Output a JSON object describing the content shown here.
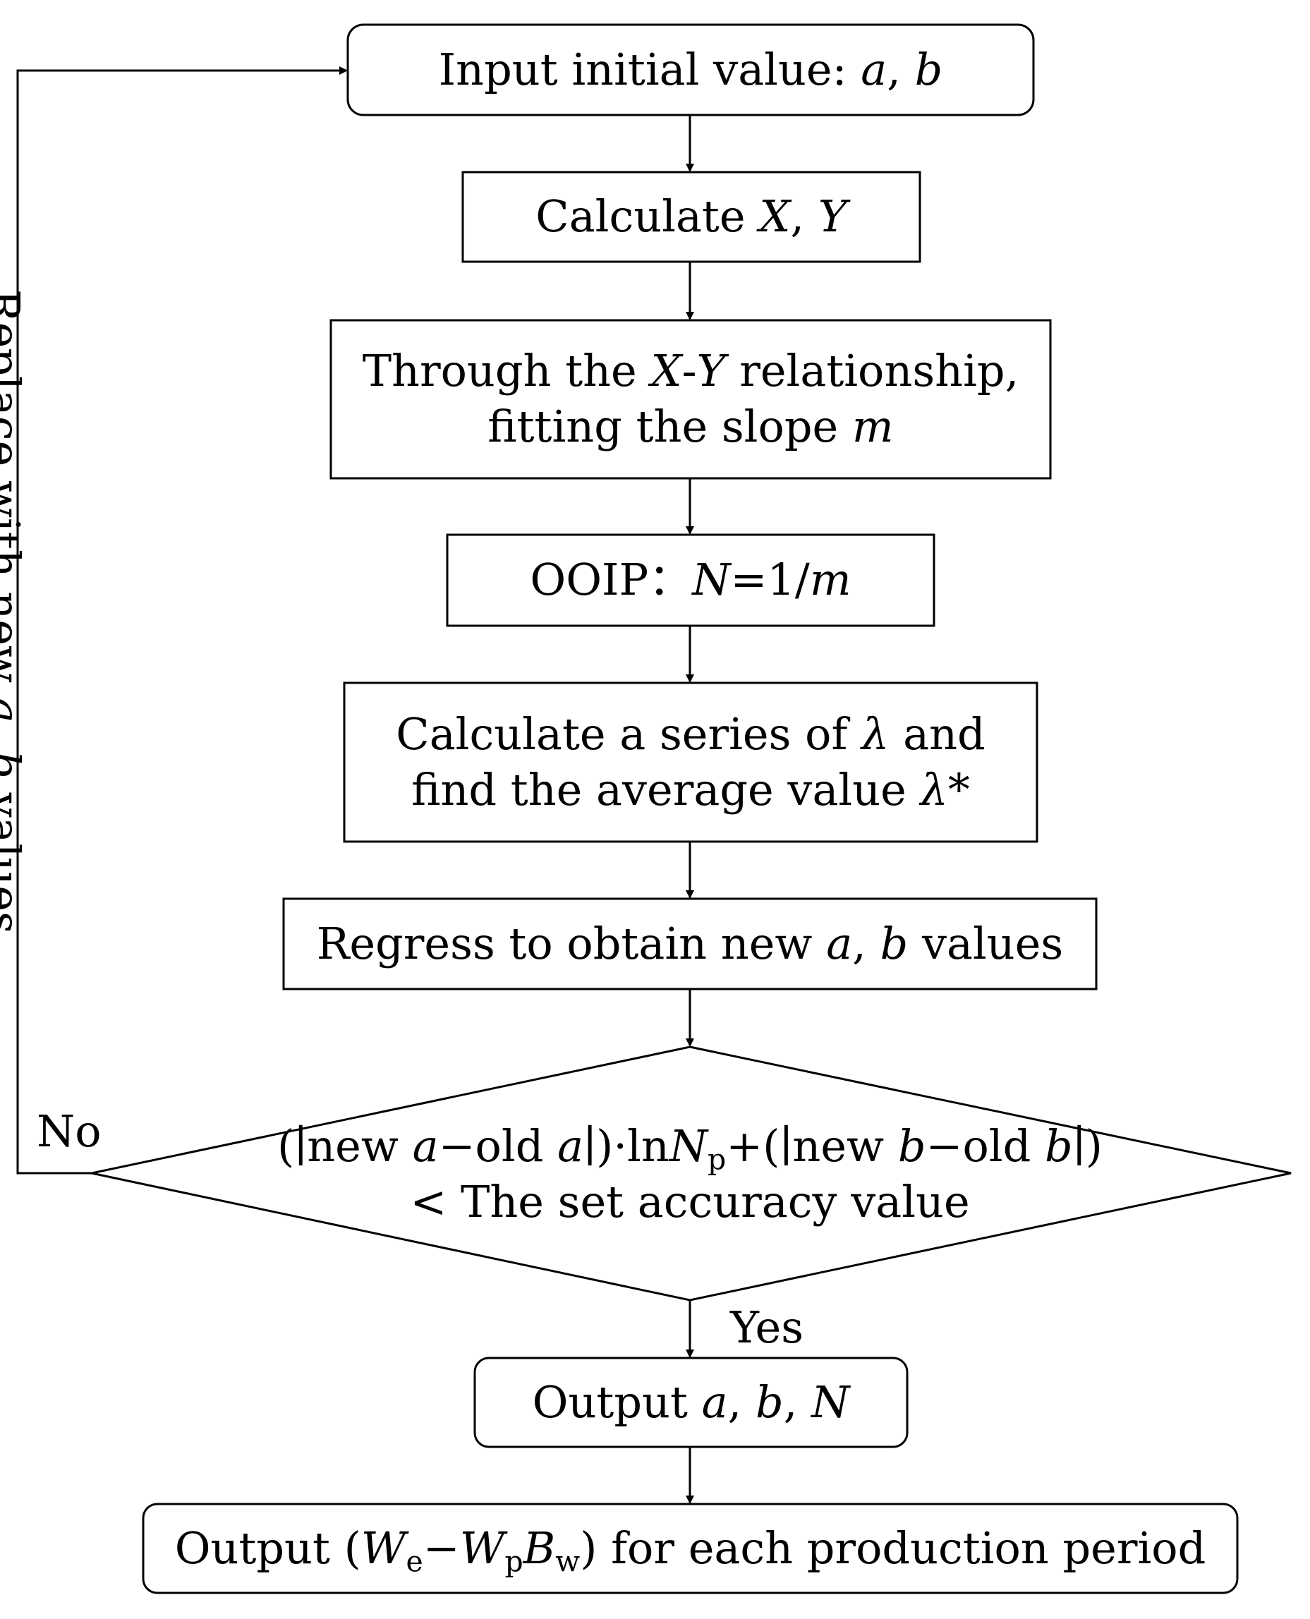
{
  "nodes": {
    "input": {
      "text": "Input initial value: ",
      "var1": "a",
      "sep": ", ",
      "var2": "b"
    },
    "calc_xy": {
      "text": "Calculate ",
      "var1": "X",
      "sep": ", ",
      "var2": "Y"
    },
    "fit": {
      "line1_pre": "Through the ",
      "var1": "X",
      "dash": "-",
      "var2": "Y",
      "line1_post": " relationship,",
      "line2_pre": "fitting the slope ",
      "var3": "m"
    },
    "ooip": {
      "text": "OOIP：",
      "var_n": "N",
      "eq": "=1/",
      "var_m": "m"
    },
    "lambda": {
      "line1_pre": "Calculate a series of ",
      "lam": "λ",
      "line1_post": " and",
      "line2_pre": "find the average value ",
      "lam2": "λ",
      "star": "*"
    },
    "regress": {
      "pre": "Regress to obtain new ",
      "var1": "a",
      "sep": ", ",
      "var2": "b",
      "post": " values"
    },
    "decision": {
      "p1": "(∣new ",
      "a1": "a",
      "p2": "−old ",
      "a2": "a",
      "p3": "∣)·ln",
      "n": "N",
      "sub_p": "p",
      "p4": "+(∣new ",
      "b1": "b",
      "p5": "−old ",
      "b2": "b",
      "p6": "∣)",
      "line2": "< The set accuracy value"
    },
    "output_abn": {
      "pre": "Output ",
      "var1": "a",
      "sep1": ", ",
      "var2": "b",
      "sep2": ", ",
      "var3": "N"
    },
    "output_w": {
      "pre": "Output (",
      "we": "W",
      "sub_e": "e",
      "minus": "−",
      "wp": "W",
      "sub_p": "p",
      "bw": "B",
      "sub_w": "w",
      "post": ") for each production period"
    }
  },
  "edge_labels": {
    "no": "No",
    "yes": "Yes",
    "loop_pre": "Replace with new ",
    "loop_a": "a",
    "loop_sep": ", ",
    "loop_b": "b",
    "loop_post": " values"
  }
}
